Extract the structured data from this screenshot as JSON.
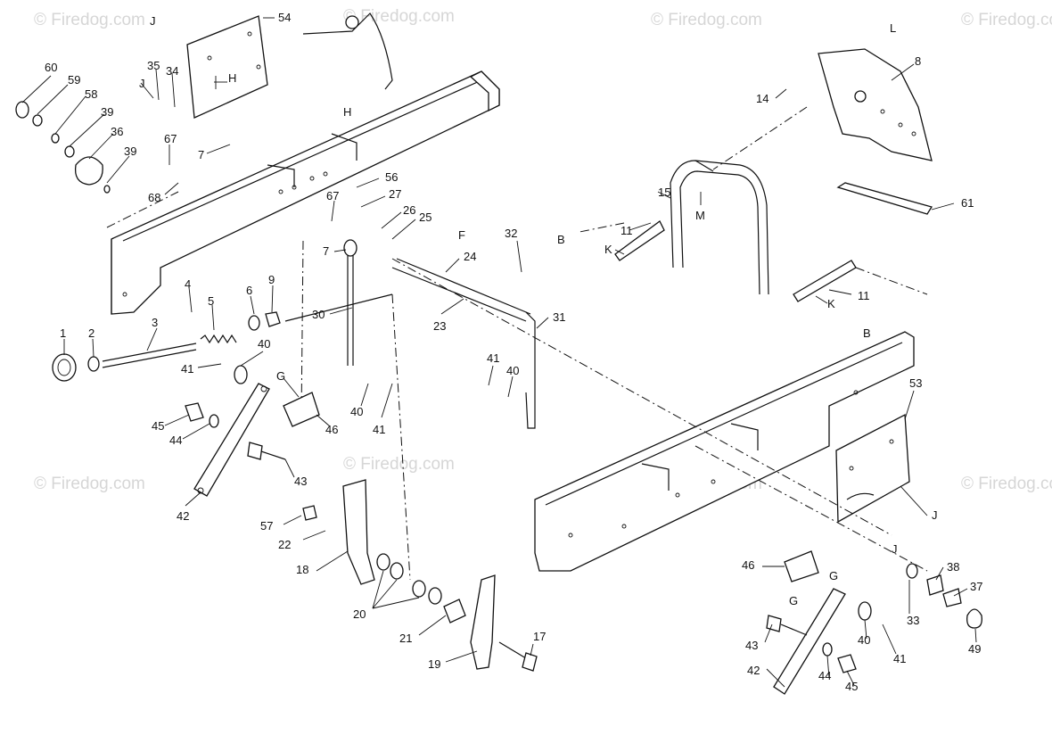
{
  "watermark": {
    "text": "© Firedog.com"
  },
  "part_numbers": [
    "1",
    "2",
    "3",
    "4",
    "5",
    "6",
    "9",
    "30",
    "40",
    "41",
    "42",
    "43",
    "44",
    "45",
    "46",
    "G",
    "54",
    "J",
    "H",
    "H",
    "35",
    "34",
    "J",
    "60",
    "59",
    "58",
    "39",
    "36",
    "39",
    "67",
    "68",
    "7",
    "56",
    "27",
    "67",
    "26",
    "25",
    "F",
    "7",
    "24",
    "32",
    "23",
    "31",
    "41",
    "40",
    "40",
    "41",
    "57",
    "22",
    "18",
    "20",
    "21",
    "19",
    "17",
    "8",
    "L",
    "14",
    "61",
    "15",
    "M",
    "B",
    "11",
    "K",
    "11",
    "K",
    "B",
    "53",
    "J",
    "J",
    "46",
    "G",
    "G",
    "33",
    "38",
    "37",
    "49",
    "43",
    "42",
    "40",
    "41",
    "44",
    "45"
  ]
}
